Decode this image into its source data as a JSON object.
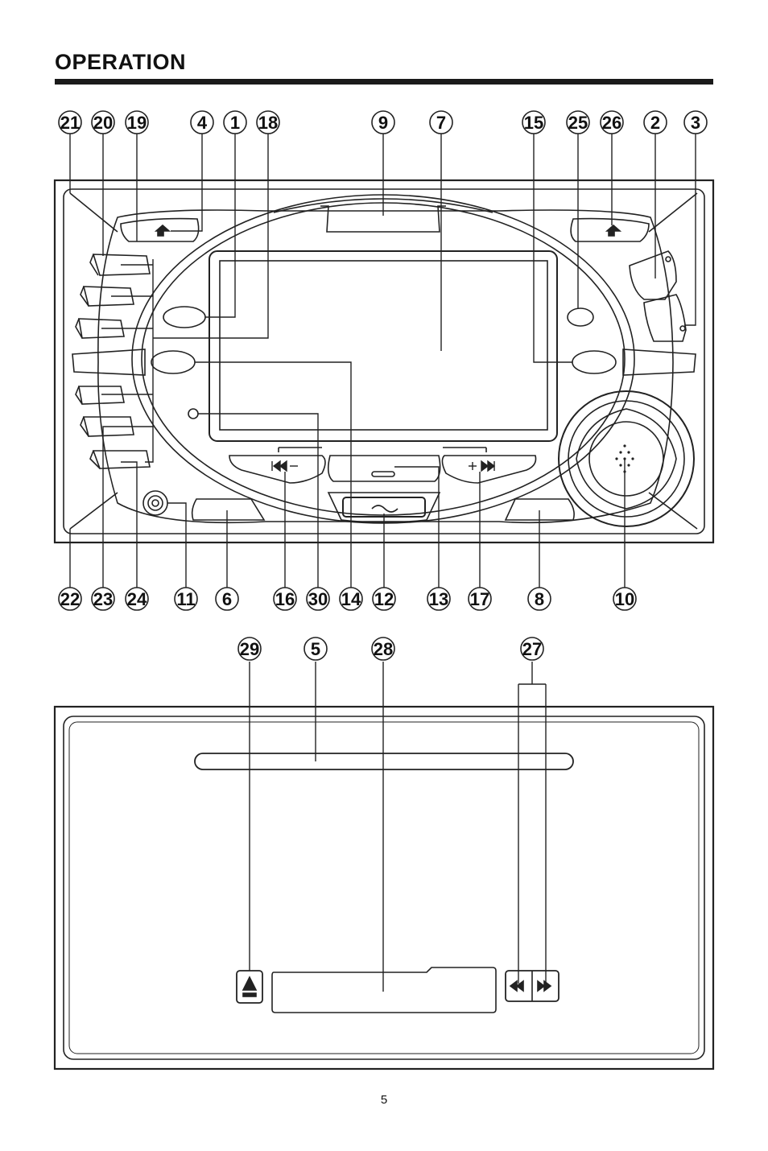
{
  "header": {
    "title": "OPERATION"
  },
  "callouts_top_row": [
    "21",
    "20",
    "19",
    "4",
    "1",
    "18",
    "9",
    "7",
    "15",
    "25",
    "26",
    "2",
    "3"
  ],
  "callouts_bottom_row": [
    "22",
    "23",
    "24",
    "11",
    "6",
    "16",
    "30",
    "14",
    "12",
    "13",
    "17",
    "8",
    "10"
  ],
  "callouts_lower_panel": [
    "29",
    "5",
    "28",
    "27"
  ],
  "page_number": "5"
}
